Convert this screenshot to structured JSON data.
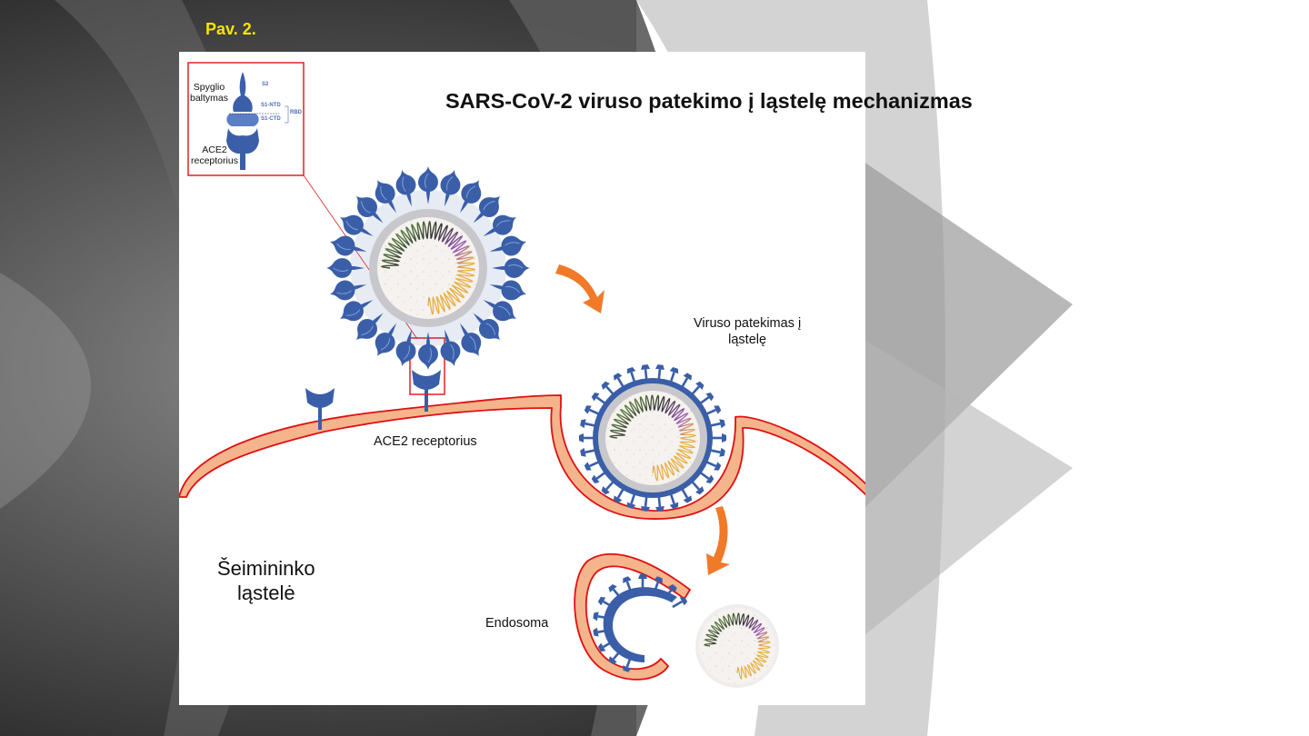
{
  "slide": {
    "label": "Pav. 2."
  },
  "diagram": {
    "title": "SARS-CoV-2 viruso patekimo į ląstelę mechanizmas",
    "inset": {
      "spike_label_1": "Spyglio",
      "spike_label_2": "baltymas",
      "receptor_label_1": "ACE2",
      "receptor_label_2": "receptorius",
      "domain_s2": "S2",
      "domain_s1ntd": "S1-NTD",
      "domain_s1ctd": "S1-CTD",
      "domain_rbd": "RBD"
    },
    "ace2_label": "ACE2 receptorius",
    "entry_label_1": "Viruso patekimas į",
    "entry_label_2": "ląstelę",
    "host_cell_label_1": "Šeimininko",
    "host_cell_label_2": "ląstelė",
    "endosome_label": "Endosoma"
  },
  "colors": {
    "spike_blue": "#3a5ea8",
    "membrane_fill": "#f4b48c",
    "membrane_stroke": "#e01010",
    "arrow_orange": "#f07a28",
    "highlight_red": "#e02020",
    "title_yellow": "#f5e400"
  }
}
